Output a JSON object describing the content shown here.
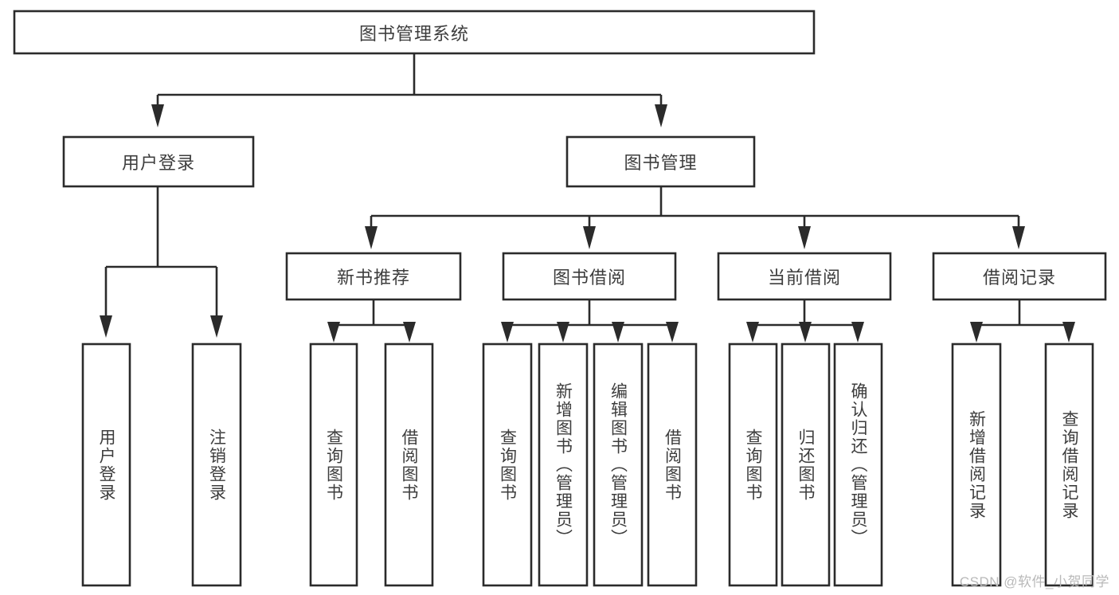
{
  "diagram": {
    "type": "tree-hierarchy",
    "title": "图书管理系统",
    "orientation": "top-down",
    "colors": {
      "stroke": "#2b2b2b",
      "fill": "#ffffff",
      "text": "#3d3d3d",
      "background": "#ffffff",
      "watermark": "#b9b9b9"
    },
    "root": {
      "label": "图书管理系统",
      "level": 0
    },
    "level1": [
      {
        "label": "用户登录"
      },
      {
        "label": "图书管理"
      }
    ],
    "level2": [
      {
        "label": "新书推荐",
        "parent": "图书管理"
      },
      {
        "label": "图书借阅",
        "parent": "图书管理"
      },
      {
        "label": "当前借阅",
        "parent": "图书管理"
      },
      {
        "label": "借阅记录",
        "parent": "图书管理"
      }
    ],
    "leaves": {
      "user_login": [
        {
          "label": "用户登录"
        },
        {
          "label": "注销登录"
        }
      ],
      "new_book_recommend": [
        {
          "label": "查询图书"
        },
        {
          "label": "借阅图书"
        }
      ],
      "book_borrow": [
        {
          "label": "查询图书"
        },
        {
          "label": "新增图书（管理员）"
        },
        {
          "label": "编辑图书（管理员）"
        },
        {
          "label": "借阅图书"
        }
      ],
      "current_borrow": [
        {
          "label": "查询图书"
        },
        {
          "label": "归还图书"
        },
        {
          "label": "确认归还（管理员）"
        }
      ],
      "borrow_record": [
        {
          "label": "新增借阅记录"
        },
        {
          "label": "查询借阅记录"
        }
      ]
    }
  },
  "watermark": {
    "text": "CSDN @软件_小贺同学"
  }
}
